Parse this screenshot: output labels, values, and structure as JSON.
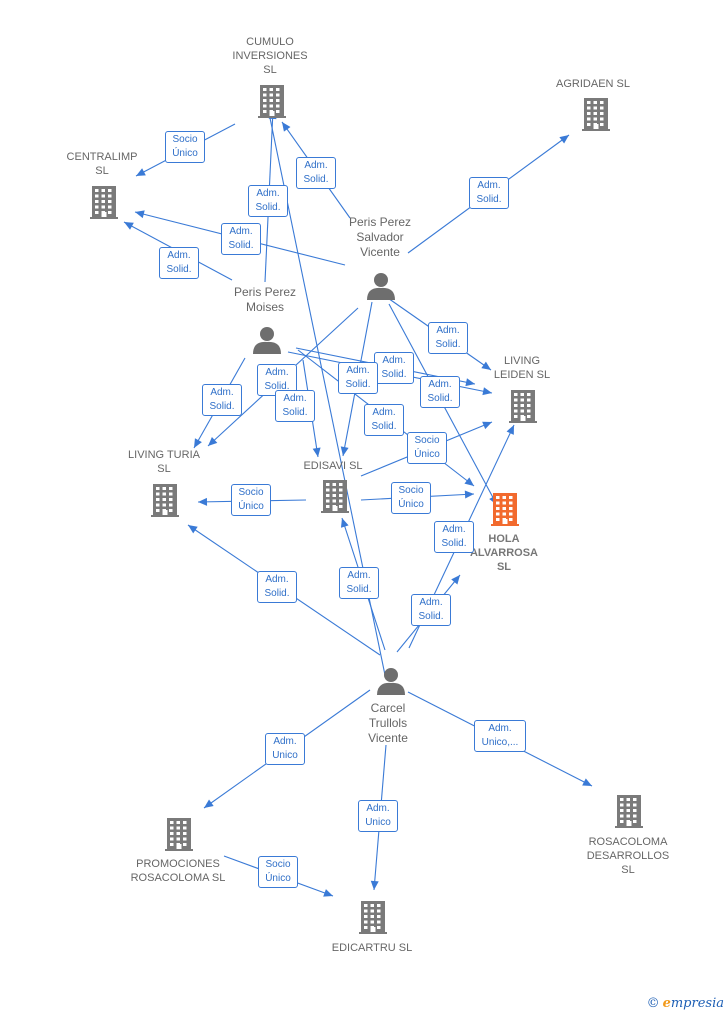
{
  "colors": {
    "edge": "#3a7ad6",
    "company": "#7a7a7a",
    "focus": "#f26a2e",
    "person": "#6e6e6e"
  },
  "nodes": [
    {
      "id": "cumulo",
      "type": "company",
      "label": "CUMULO\nINVERSIONES\nSL"
    },
    {
      "id": "agridaen",
      "type": "company",
      "label": "AGRIDAEN  SL"
    },
    {
      "id": "centralimp",
      "type": "company",
      "label": "CENTRALIMP\nSL"
    },
    {
      "id": "living_leiden",
      "type": "company",
      "label": "LIVING\nLEIDEN  SL"
    },
    {
      "id": "living_turia",
      "type": "company",
      "label": "LIVING TURIA\nSL"
    },
    {
      "id": "edisavi",
      "type": "company",
      "label": "EDISAVI SL"
    },
    {
      "id": "hola",
      "type": "focus",
      "label": "HOLA\nALVARROSA\nSL"
    },
    {
      "id": "promociones",
      "type": "company",
      "label": "PROMOCIONES\nROSACOLOMA SL"
    },
    {
      "id": "edicartru",
      "type": "company",
      "label": "EDICARTRU SL"
    },
    {
      "id": "rosacoloma_des",
      "type": "company",
      "label": "ROSACOLOMA\nDESARROLLOS\nSL"
    },
    {
      "id": "peris_salvador",
      "type": "person",
      "label": "Peris Perez\nSalvador\nVicente"
    },
    {
      "id": "peris_moises",
      "type": "person",
      "label": "Peris Perez\nMoises"
    },
    {
      "id": "carcel",
      "type": "person",
      "label": "Carcel\nTrullols\nVicente"
    }
  ],
  "edges": [
    {
      "id": "e1",
      "label": "Socio\nÚnico"
    },
    {
      "id": "e2",
      "label": "Adm.\nSolid."
    },
    {
      "id": "e3",
      "label": "Adm.\nSolid."
    },
    {
      "id": "e4",
      "label": "Adm.\nSolid."
    },
    {
      "id": "e5",
      "label": "Adm.\nSolid."
    },
    {
      "id": "e6",
      "label": "Adm.\nSolid."
    },
    {
      "id": "e7",
      "label": "Adm.\nSolid."
    },
    {
      "id": "e8",
      "label": "Adm.\nSolid."
    },
    {
      "id": "e9",
      "label": "Adm.\nSolid."
    },
    {
      "id": "e10",
      "label": "Adm.\nSolid."
    },
    {
      "id": "e11",
      "label": "Adm.\nSolid."
    },
    {
      "id": "e12",
      "label": "Adm.\nSolid."
    },
    {
      "id": "e13",
      "label": "Adm.\nSolid."
    },
    {
      "id": "e14",
      "label": "Adm.\nSolid."
    },
    {
      "id": "e15",
      "label": "Socio\nÚnico"
    },
    {
      "id": "e16",
      "label": "Socio\nÚnico"
    },
    {
      "id": "e17",
      "label": "Socio\nÚnico"
    },
    {
      "id": "e18",
      "label": "Adm.\nSolid."
    },
    {
      "id": "e19",
      "label": "Adm.\nSolid."
    },
    {
      "id": "e20",
      "label": "Adm.\nSolid."
    },
    {
      "id": "e21",
      "label": "Adm.\nSolid."
    },
    {
      "id": "e22",
      "label": "Adm.\nUnico"
    },
    {
      "id": "e23",
      "label": "Adm.\nUnico"
    },
    {
      "id": "e24",
      "label": "Adm.\nUnico,..."
    },
    {
      "id": "e25",
      "label": "Socio\nÚnico"
    }
  ],
  "brand": {
    "copyright": "©",
    "initial": "e",
    "name": "mpresia"
  }
}
